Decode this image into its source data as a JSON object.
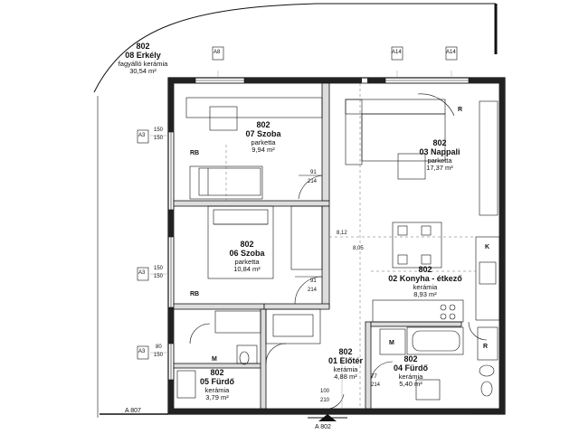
{
  "rooms": [
    {
      "id": "erkely",
      "num": "802",
      "name": "08 Erkély",
      "material": "fagyálló kerámia",
      "area": "30,54 m²"
    },
    {
      "id": "szoba7",
      "num": "802",
      "name": "07 Szoba",
      "material": "parketta",
      "area": "9,94 m²"
    },
    {
      "id": "nappali",
      "num": "802",
      "name": "03 Nappali",
      "material": "parketta",
      "area": "17,37 m²"
    },
    {
      "id": "szoba6",
      "num": "802",
      "name": "06 Szoba",
      "material": "parketta",
      "area": "10,84 m²"
    },
    {
      "id": "konyha",
      "num": "802",
      "name": "02 Konyha - étkező",
      "material": "kerámia",
      "area": "8,93 m²"
    },
    {
      "id": "eloter",
      "num": "802",
      "name": "01 Előtér",
      "material": "kerámia",
      "area": "4,88 m²"
    },
    {
      "id": "furdo4",
      "num": "802",
      "name": "04 Fürdő",
      "material": "kerámia",
      "area": "5,40 m²"
    },
    {
      "id": "furdo5",
      "num": "802",
      "name": "05 Fürdő",
      "material": "kerámia",
      "area": "3,79 m²"
    }
  ],
  "grid_tags": {
    "a8": "A8",
    "a14a": "A14",
    "a14b": "A14",
    "a3a": "A3",
    "a3b": "A3",
    "a3c": "A3"
  },
  "window_dims": {
    "w1a": "150",
    "w1b": "150",
    "w2a": "150",
    "w2b": "150",
    "w3a": "80",
    "w3b": "150"
  },
  "door_dims": {
    "d1a": "91",
    "d1b": "214",
    "d2a": "91",
    "d2b": "214",
    "d3a": "77",
    "d3b": "214",
    "d4a": "100",
    "d4b": "210"
  },
  "misc_dims": {
    "m1": "8,12",
    "m2": "8,05"
  },
  "marks": {
    "rb1": "RB",
    "rb2": "RB",
    "r1": "R",
    "r2": "R",
    "m1": "M",
    "m2": "M",
    "k1": "K"
  },
  "sections": {
    "left": "A 807",
    "bottom": "A 802"
  }
}
